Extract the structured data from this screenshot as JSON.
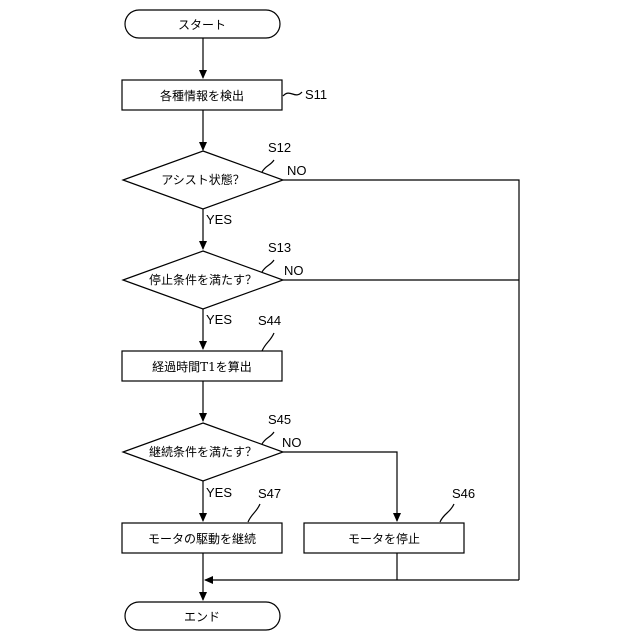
{
  "nodes": {
    "start": "スタート",
    "s11_text": "各種情報を検出",
    "s12_text": "アシスト状態？",
    "s13_text": "停止条件を満たす？",
    "s44_text": "経過時間T1を算出",
    "s45_text": "継続条件を満たす？",
    "s47_text": "モータの駆動を継続",
    "s46_text": "モータを停止",
    "end": "エンド"
  },
  "step_labels": {
    "s11": "S11",
    "s12": "S12",
    "s13": "S13",
    "s44": "S44",
    "s45": "S45",
    "s46": "S46",
    "s47": "S47"
  },
  "branches": {
    "yes": "YES",
    "no": "NO"
  }
}
